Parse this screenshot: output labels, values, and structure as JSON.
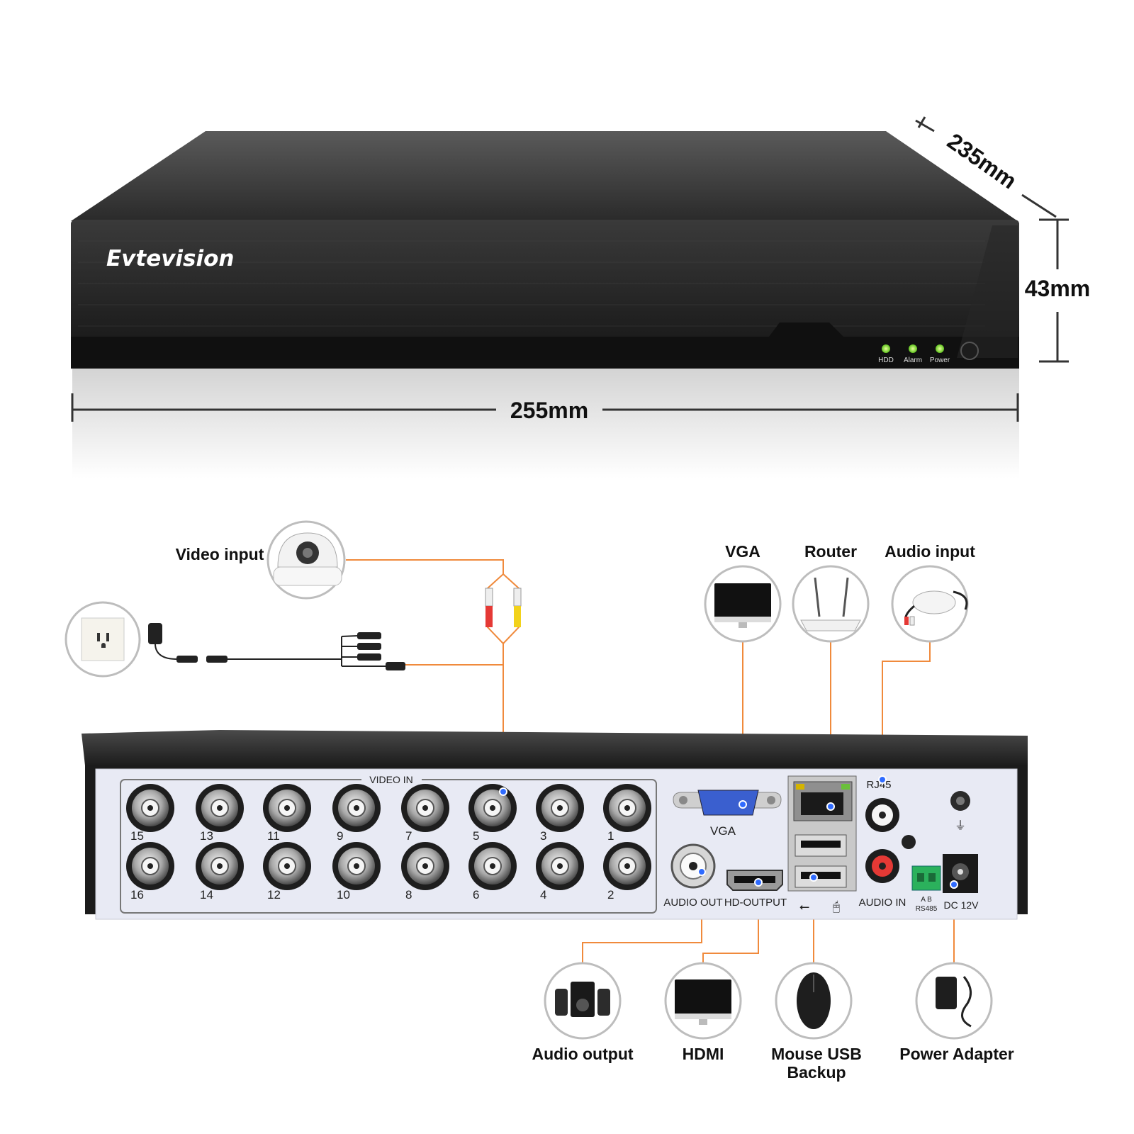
{
  "product": {
    "brand": "Evtevision",
    "leds": [
      "HDD",
      "Alarm",
      "Power"
    ],
    "colors": {
      "led": "#9be64a",
      "accent": "#f08a3c",
      "body": "#1a1a1a",
      "panel": "#e8eaf4"
    }
  },
  "dimensions": {
    "width": "255mm",
    "depth": "235mm",
    "height": "43mm"
  },
  "rear_panel": {
    "video_in_label": "VIDEO IN",
    "channels_top": [
      "15",
      "13",
      "11",
      "9",
      "7",
      "5",
      "3",
      "1"
    ],
    "channels_bottom": [
      "16",
      "14",
      "12",
      "10",
      "8",
      "6",
      "4",
      "2"
    ],
    "vga": "VGA",
    "audio_out": "AUDIO OUT",
    "hd_output": "HD-OUTPUT",
    "rj45": "RJ45",
    "audio_in": "AUDIO IN",
    "rs485_ab": "A B",
    "rs485": "RS485",
    "dc": "DC 12V"
  },
  "devices": {
    "video_input": "Video input",
    "vga": "VGA",
    "router": "Router",
    "audio_input": "Audio input",
    "audio_output": "Audio output",
    "hdmi": "HDMI",
    "mouse_usb_line1": "Mouse USB",
    "mouse_usb_line2": "Backup",
    "power_adapter": "Power Adapter"
  },
  "icons": [
    "camera-dome-icon",
    "wall-outlet-icon",
    "monitor-icon",
    "router-icon",
    "microphone-icon",
    "speakers-icon",
    "mouse-icon",
    "power-adapter-icon",
    "bnc-connector-icon",
    "vga-port-icon",
    "hdmi-port-icon",
    "rj45-port-icon",
    "usb-port-icon",
    "rca-port-icon",
    "dc-jack-icon"
  ]
}
